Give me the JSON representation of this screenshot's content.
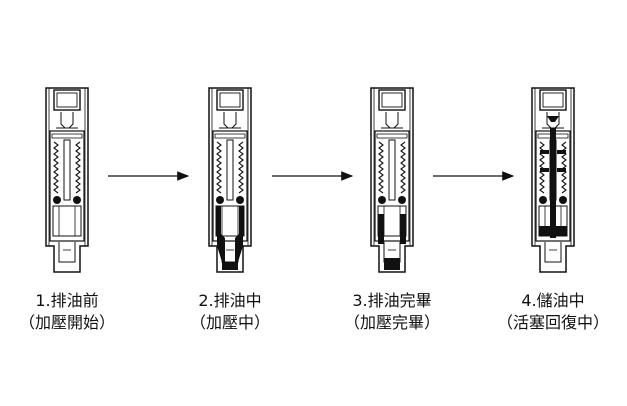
{
  "stages": [
    {
      "id": "before",
      "line1": "1.排油前",
      "line2": "（加壓開始）",
      "oil_fill": "none"
    },
    {
      "id": "during",
      "line1": "2.排油中",
      "line2": "（加壓中）",
      "oil_fill": "bottom"
    },
    {
      "id": "done",
      "line1": "3.排油完畢",
      "line2": "（加壓完畢）",
      "oil_fill": "bottom-chamber"
    },
    {
      "id": "storing",
      "line1": "4.儲油中",
      "line2": "（活塞回復中）",
      "oil_fill": "central"
    }
  ],
  "colors": {
    "line": "#111111",
    "oil": "#111111",
    "background": "#ffffff"
  }
}
